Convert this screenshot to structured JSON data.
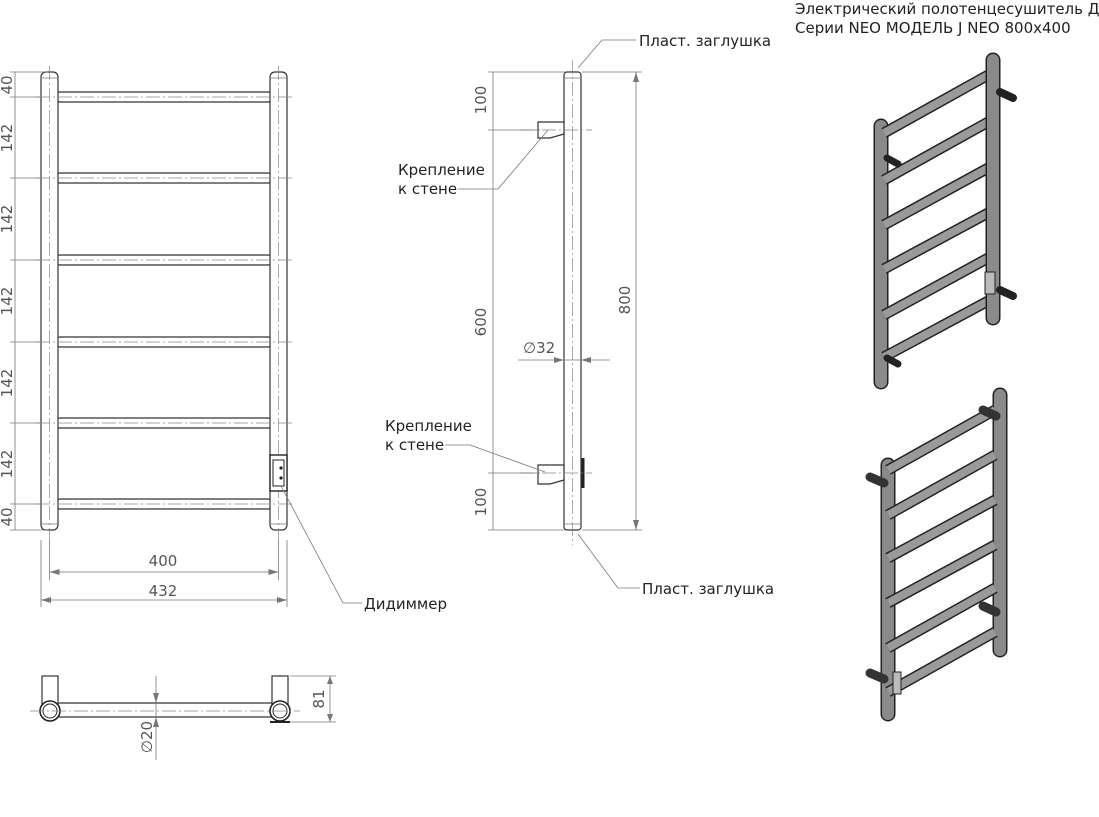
{
  "title": {
    "line1": "Электрический полотенцесушитель ДВИН",
    "line2": "Серии NEO МОДЕЛЬ J NEO 800x400"
  },
  "front_view": {
    "vertical_dims": [
      "40",
      "142",
      "142",
      "142",
      "142",
      "142",
      "40"
    ],
    "width_inner": "400",
    "width_outer": "432",
    "dimmer_label": "Дидиммер"
  },
  "side_view": {
    "top_cap": "Пласт. заглушка",
    "bottom_cap": "Пласт. заглушка",
    "mount_top": [
      "Крепление",
      "к стене"
    ],
    "mount_bottom": [
      "Крепление",
      "к стене"
    ],
    "dim_top": "100",
    "dim_middle": "600",
    "dim_bottom": "100",
    "dim_total": "800",
    "diameter": "∅32"
  },
  "top_view": {
    "depth": "81",
    "diameter": "∅20"
  },
  "colors": {
    "line": "#333333",
    "dimension": "#777777",
    "isometric_fill": "#7d7d7d"
  }
}
